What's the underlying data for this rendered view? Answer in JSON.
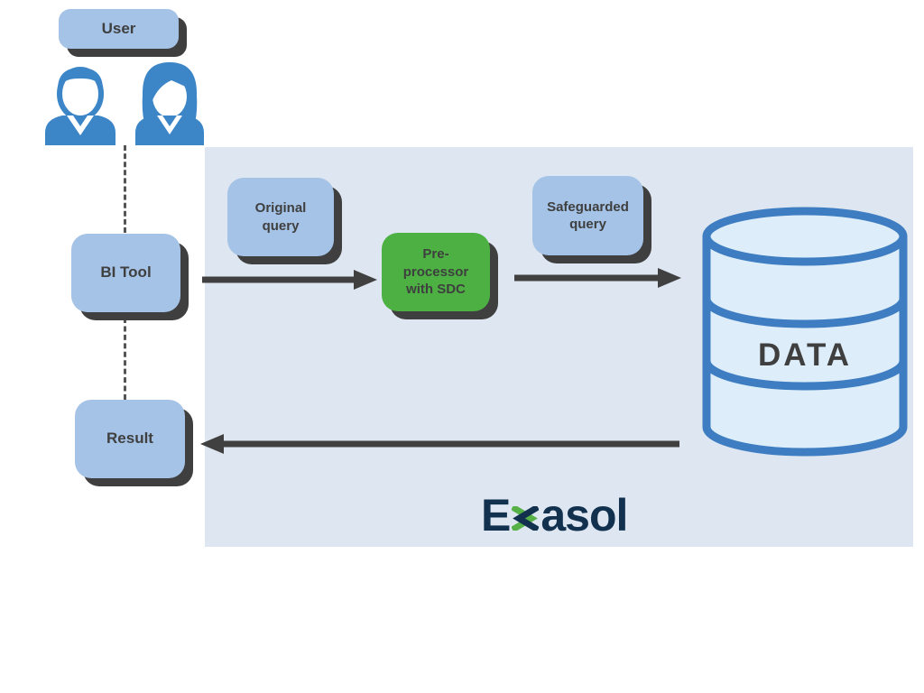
{
  "colors": {
    "background": "#ffffff",
    "panel": "#dde6f1",
    "box_fill": "#a4c3e6",
    "box_text": "#3f3f3f",
    "shadow": "#3f3f3f",
    "green_fill": "#4cb043",
    "icon_blue": "#3c86c8",
    "arrow": "#404040",
    "dash": "#555555",
    "db_stroke": "#3e7dc1",
    "db_fill": "#ddeefa",
    "logo_navy": "#12314f",
    "logo_green": "#56b147"
  },
  "nodes": {
    "user": "User",
    "bi_tool": "BI Tool",
    "result": "Result",
    "original_query": "Original\nquery",
    "preprocessor": "Pre-\nprocessor\nwith SDC",
    "safeguarded_query": "Safeguarded\nquery",
    "data": "DATA"
  },
  "logo": {
    "before_x": "E",
    "after_x": "asol",
    "full_name": "Exasol"
  }
}
